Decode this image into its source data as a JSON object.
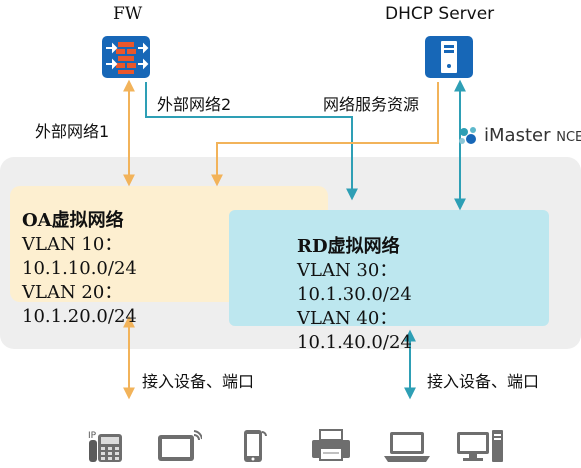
{
  "nodes": {
    "fw": {
      "label": "FW"
    },
    "dhcp": {
      "label": "DHCP Server"
    },
    "controller": {
      "brand_prefix": "i",
      "brand_main": "Master",
      "brand_suffix": "NCE"
    }
  },
  "links": {
    "external_net_1": "外部网络1",
    "external_net_2": "外部网络2",
    "network_services": "网络服务资源",
    "access_left": "接入设备、端口",
    "access_right": "接入设备、端口"
  },
  "oa_network": {
    "title": "OA虚拟网络",
    "lines": [
      "VLAN 10：",
      "10.1.10.0/24",
      "VLAN 20：",
      "10.1.20.0/24"
    ]
  },
  "rd_network": {
    "title": "RD虚拟网络",
    "lines": [
      "VLAN 30：",
      "10.1.30.0/24",
      "VLAN 40：",
      "10.1.40.0/24"
    ]
  },
  "devices": [
    "ip-phone-icon",
    "tablet-icon",
    "smartphone-icon",
    "printer-icon",
    "laptop-icon",
    "desktop-pc-icon"
  ],
  "colors": {
    "fw_blue": "#1767b7",
    "orange_line": "#f2b35a",
    "teal_line": "#2e9fb5",
    "oa_fill": "#fdefd0",
    "rd_fill": "#bde7ef",
    "fabric_fill": "#eeeeee"
  }
}
